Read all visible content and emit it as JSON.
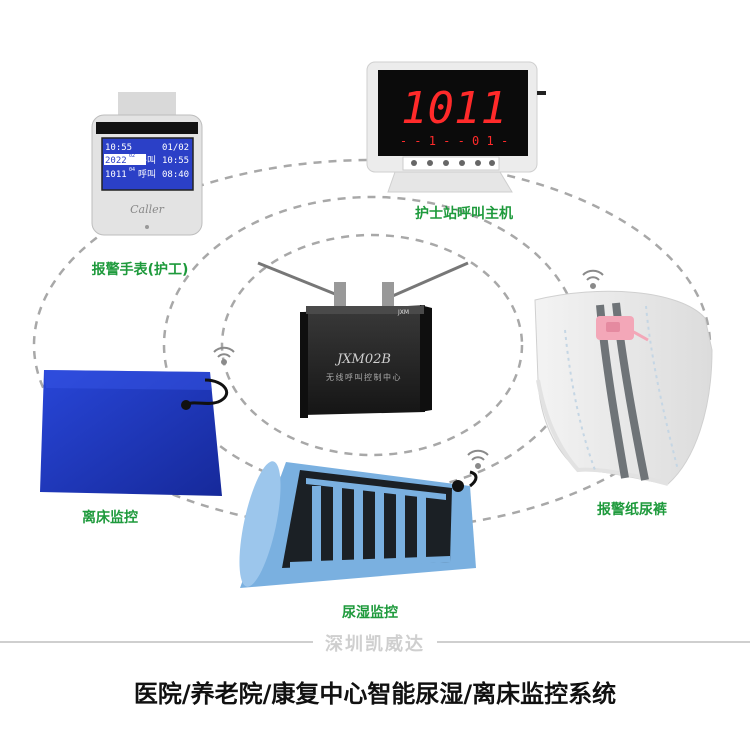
{
  "center_unit": {
    "model": "JXM02B",
    "subtitle": "无线呼叫控制中心",
    "brand_small": "JXM"
  },
  "host": {
    "display": "1011",
    "sub_display": "- - 1 -   - 0 1 -",
    "label": "护士站呼叫主机"
  },
  "watch": {
    "rows": [
      {
        "left": "10:55",
        "right": "01/02"
      },
      {
        "left": "2022",
        "sup": "02",
        "middle": "呼叫",
        "right": "10:55"
      },
      {
        "left": "1011",
        "sup": "04",
        "middle": "呼叫",
        "right": "08:40"
      }
    ],
    "brand": "Caller",
    "label": "报警手表(护工)"
  },
  "bed_pad": {
    "label": "离床监控"
  },
  "wet_mat": {
    "label": "尿湿监控"
  },
  "diaper": {
    "label": "报警纸尿裤"
  },
  "footer": {
    "brand": "深圳凯威达",
    "headline": "医院/养老院/康复中心智能尿湿/离床监控系统"
  },
  "colors": {
    "label_green": "#1e9a3c",
    "led_red": "#ff2a2a",
    "pad_blue": "#1f3cc4",
    "mat_blue": "#74a9dc",
    "dash_gray": "#a8a8a8"
  }
}
